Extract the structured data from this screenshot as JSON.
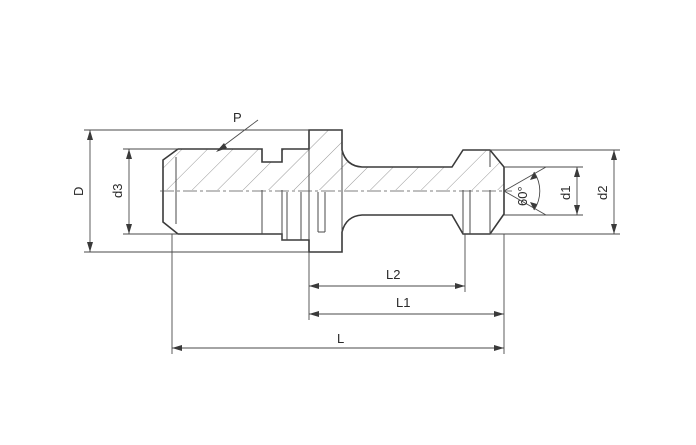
{
  "labels": {
    "P": "P",
    "D": "D",
    "d3": "d3",
    "d1": "d1",
    "d2": "d2",
    "angle": "60°",
    "L": "L",
    "L1": "L1",
    "L2": "L2"
  }
}
